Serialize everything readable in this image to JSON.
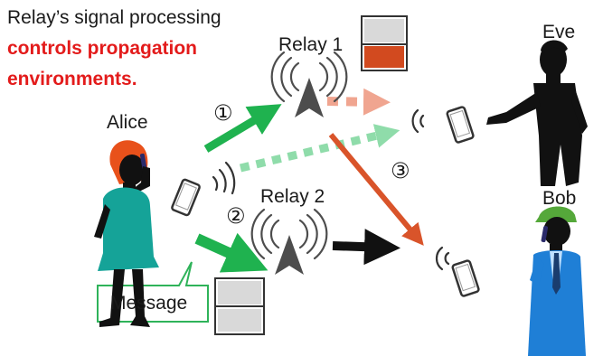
{
  "caption": {
    "line1": "Relay’s signal processing",
    "line2": "controls propagation",
    "line3": "environments."
  },
  "labels": {
    "alice": "Alice",
    "eve": "Eve",
    "bob": "Bob",
    "relay1": "Relay 1",
    "relay2": "Relay 2",
    "message": "Message"
  },
  "steps": {
    "step1": "①",
    "step2": "②",
    "step3": "③"
  },
  "colors": {
    "green": "#1fb24f",
    "dotted_green": "#8fdcaa",
    "dotted_salmon": "#f0a590",
    "red_orange": "#d9542a",
    "black": "#111111",
    "relay_gray": "#4d4d4d",
    "highlight_red": "#e31b1b",
    "alice_teal": "#15a398",
    "alice_hair": "#e8511b",
    "bob_blue": "#1f7fd6",
    "bob_hat": "#55a83a",
    "buffer_gray": "#d9d9d9",
    "buffer_red": "#d24a1f"
  }
}
